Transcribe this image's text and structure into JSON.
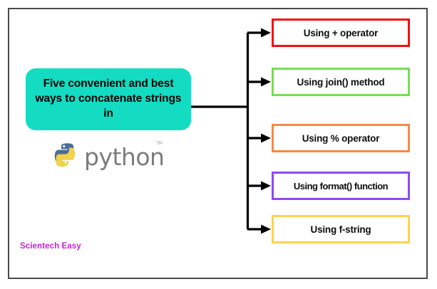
{
  "diagram": {
    "title": "Five convenient and best ways to concatenate strings in Python",
    "type": "tree-diagram",
    "frame": {
      "border_color": "#4a4a4a"
    },
    "main_node": {
      "label": "Five convenient and best ways to concatenate strings in",
      "fill_color": "#13DCC3",
      "text_color": "#000000"
    },
    "logo": {
      "name": "python-logo",
      "wordmark": "python",
      "trademark": "TM",
      "blue": "#4B6E97",
      "yellow": "#F0D24B",
      "wordmark_color": "#7C7C7C"
    },
    "options": [
      {
        "label": "Using + operator",
        "border_color": "#F50F0F",
        "icon": "arrow-right-icon"
      },
      {
        "label": "Using join() method",
        "border_color": "#77DD55",
        "icon": "arrow-right-icon"
      },
      {
        "label": "Using % operator",
        "border_color": "#F58B46",
        "icon": "arrow-right-icon"
      },
      {
        "label": "Using format() function",
        "border_color": "#8B4BF0",
        "icon": "arrow-right-icon"
      },
      {
        "label": "Using f-string",
        "border_color": "#FCD34D",
        "icon": "arrow-right-icon"
      }
    ],
    "connector": {
      "color": "#000000",
      "style": "orthogonal-tree-with-arrowheads"
    },
    "watermark": {
      "text": "Scientech Easy",
      "color": "#C81FD4"
    }
  }
}
